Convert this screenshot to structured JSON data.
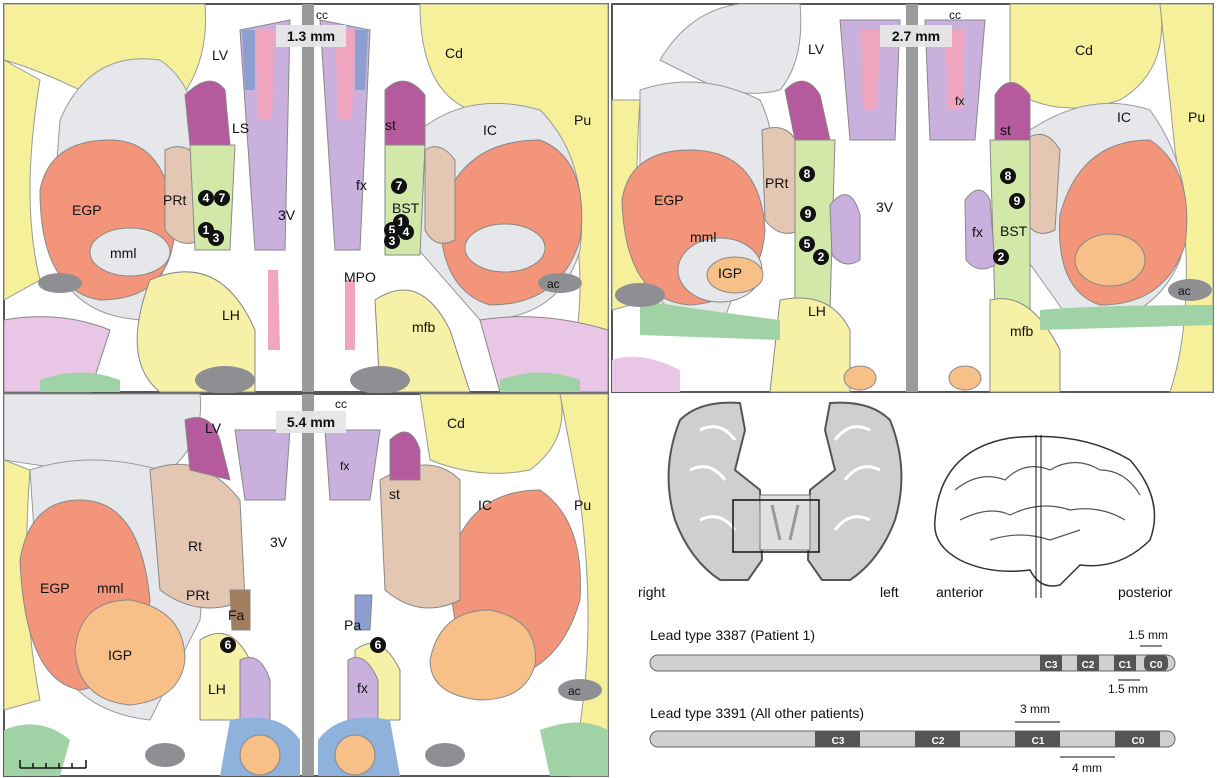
{
  "panels": {
    "p1": {
      "section": "1.3 mm",
      "labels": {
        "cc": "cc",
        "lv": "LV",
        "cd": "Cd",
        "ls": "LS",
        "st": "st",
        "ic": "IC",
        "pu": "Pu",
        "egp": "EGP",
        "prt": "PRt",
        "fx": "fx",
        "bst": "BST",
        "mml": "mml",
        "v3": "3V",
        "mpo": "MPO",
        "lh": "LH",
        "ac": "ac",
        "mfb": "mfb"
      }
    },
    "p2": {
      "section": "2.7 mm",
      "labels": {
        "cc": "cc",
        "lv": "LV",
        "cd": "Cd",
        "fx_top": "fx",
        "st": "st",
        "ic": "IC",
        "pu": "Pu",
        "egp": "EGP",
        "prt": "PRt",
        "v3": "3V",
        "mml": "mml",
        "igp": "IGP",
        "fx": "fx",
        "bst": "BST",
        "lh": "LH",
        "ac": "ac",
        "mfb": "mfb"
      }
    },
    "p3": {
      "section": "5.4 mm",
      "labels": {
        "cc": "cc",
        "lv": "LV",
        "cd": "Cd",
        "fx_top": "fx",
        "st": "st",
        "ic": "IC",
        "pu": "Pu",
        "rt": "Rt",
        "v3": "3V",
        "egp": "EGP",
        "mml": "mml",
        "prt": "PRt",
        "fa": "Fa",
        "pa": "Pa",
        "igp": "IGP",
        "lh": "LH",
        "fx": "fx",
        "ac": "ac"
      }
    }
  },
  "electrodes": {
    "p1_left": [
      "4",
      "7",
      "1",
      "3"
    ],
    "p1_right": [
      "7",
      "1",
      "5",
      "4",
      "3"
    ],
    "p2_left": [
      "8",
      "9",
      "5",
      "2"
    ],
    "p2_right": [
      "8",
      "9",
      "2"
    ],
    "p3_left": [
      "6"
    ],
    "p3_right": [
      "6"
    ]
  },
  "legend": {
    "right": "right",
    "left": "left",
    "anterior": "anterior",
    "posterior": "posterior",
    "lead1_title": "Lead type 3387 (Patient 1)",
    "lead1_contacts": [
      "C3",
      "C2",
      "C1",
      "C0"
    ],
    "lead1_dim_top": "1.5 mm",
    "lead1_dim_bottom": "1.5 mm",
    "lead2_title": "Lead type 3391 (All other patients)",
    "lead2_contacts": [
      "C3",
      "C2",
      "C1",
      "C0"
    ],
    "lead2_dim_top": "3 mm",
    "lead2_dim_bottom": "4 mm"
  },
  "colors": {
    "caudate": "#f6f09a",
    "gp_ext": "#f2957a",
    "gp_int": "#f8c089",
    "capsule": "#e6e7ea",
    "thalamic_rt": "#e3c7b3",
    "fornix": "#c9b0dd",
    "bst": "#d1e8a8",
    "stria": "#b65a9e",
    "lh": "#f6f1a6",
    "pink": "#f0a6bf",
    "blue": "#8d9ed0",
    "green": "#9fd3a6",
    "grey": "#8f8f93",
    "midline": "#9a9a9a"
  }
}
